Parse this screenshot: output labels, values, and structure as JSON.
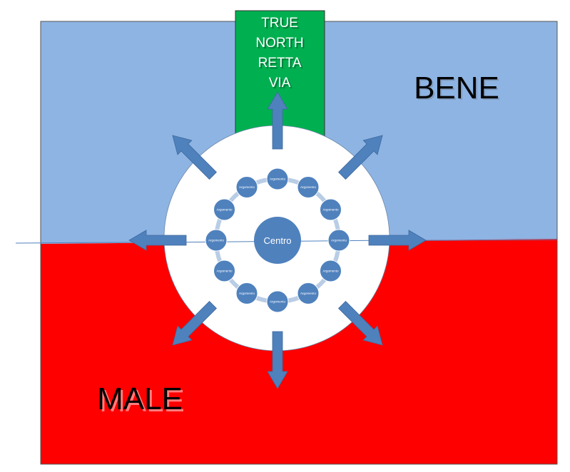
{
  "regions": {
    "good": {
      "label": "BENE",
      "color": "#8EB4E3"
    },
    "bad": {
      "label": "MALE",
      "color": "#FF0000"
    }
  },
  "north_box": {
    "lines": [
      "TRUE",
      "NORTH",
      "RETTA",
      "VIA"
    ],
    "color": "#00B050"
  },
  "center": {
    "label": "Centro",
    "color": "#4F81BD"
  },
  "topics": {
    "label": "Argomento",
    "count": 12,
    "ring_color": "#B9CDE5"
  },
  "arrows": {
    "count": 8,
    "color": "#4F81BD"
  }
}
